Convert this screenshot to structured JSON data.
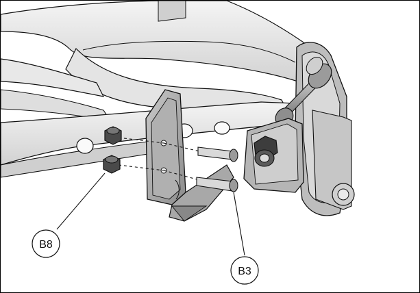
{
  "callouts": [
    {
      "id": "b8",
      "label": "B8"
    },
    {
      "id": "b3",
      "label": "B3"
    }
  ],
  "colors": {
    "background": "#ffffff",
    "frame_light": "#ececec",
    "frame_mid": "#d6d6d6",
    "frame_shadow": "#bdbdbd",
    "bracket": "#9a9a9a",
    "bracket_dark": "#6e6e6e",
    "hardware": "#4a4a4a",
    "outline": "#111111"
  }
}
